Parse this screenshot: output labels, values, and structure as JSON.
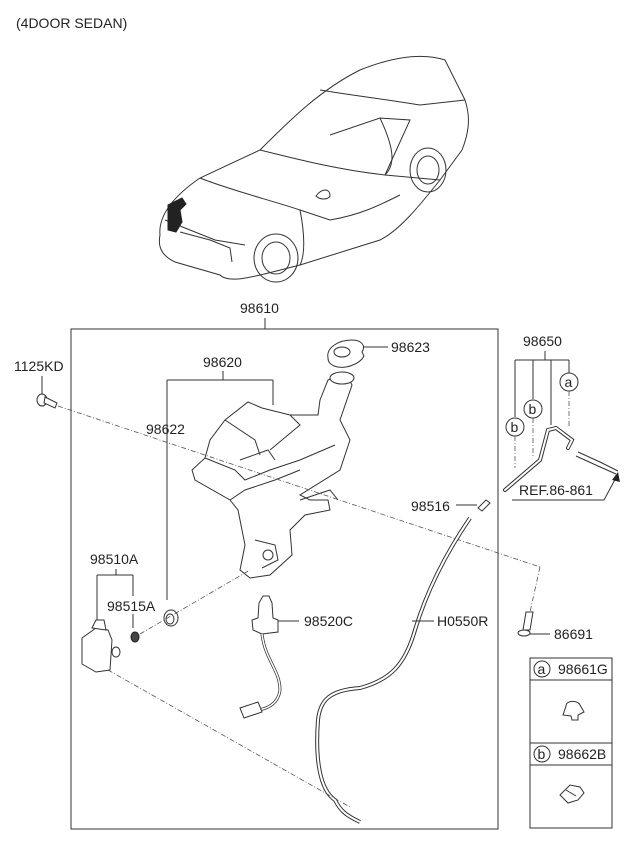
{
  "title": "(4DOOR SEDAN)",
  "parts": {
    "assembly": "98610",
    "tank": "98620",
    "cap": "98623",
    "grommet_tank": "98622",
    "bolt_left": "1125KD",
    "hose_set": "98650",
    "nozzle": "98516",
    "pump_assy": "98510A",
    "filter": "98515A",
    "level_sensor": "98520C",
    "hose": "H0550R",
    "bolt_right": "86691",
    "reference": "REF.86-861"
  },
  "callouts": {
    "a_letter": "a",
    "b_letter": "b"
  },
  "legend": [
    {
      "letter": "a",
      "part": "98661G"
    },
    {
      "letter": "b",
      "part": "98662B"
    }
  ]
}
